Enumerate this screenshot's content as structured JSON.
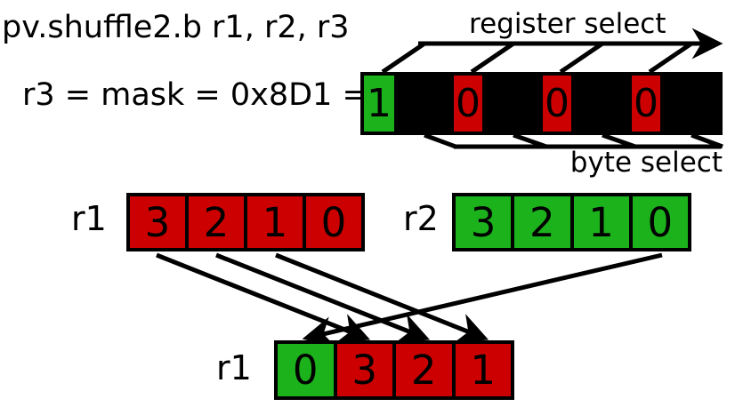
{
  "title": "pv.shuffle2.b r1, r2, r3",
  "mask": {
    "equation": "r3 = mask = 0x8D1 =",
    "register_select_label": "register select",
    "byte_select_label": "byte select",
    "bits": [
      "1",
      "0",
      "0",
      "0"
    ]
  },
  "registers": {
    "src1": {
      "label": "r1",
      "cells": [
        "3",
        "2",
        "1",
        "0"
      ]
    },
    "src2": {
      "label": "r2",
      "cells": [
        "3",
        "2",
        "1",
        "0"
      ]
    },
    "dest": {
      "label": "r1",
      "cells": [
        "0",
        "3",
        "2",
        "1"
      ]
    }
  },
  "colors": {
    "red": "#cc0000",
    "green": "#1cb21c",
    "mask_black": "#000000"
  }
}
